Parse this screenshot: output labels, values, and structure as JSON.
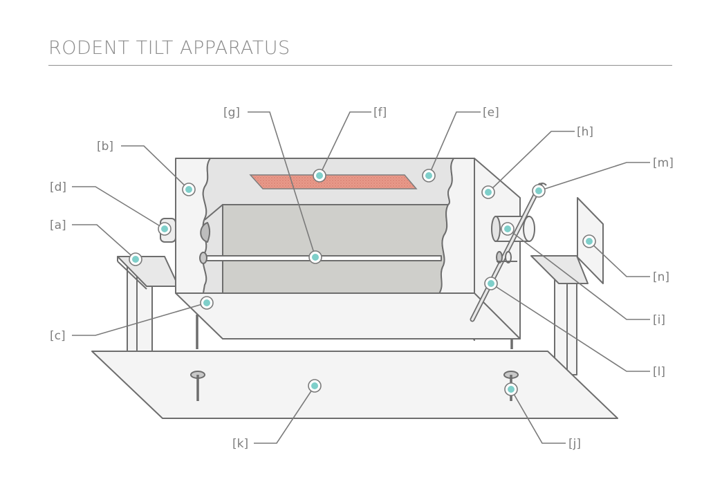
{
  "title": "RODENT TILT APPARATUS",
  "labels": {
    "a": "[a]",
    "b": "[b]",
    "c": "[c]",
    "d": "[d]",
    "e": "[e]",
    "f": "[f]",
    "g": "[g]",
    "h": "[h]",
    "i": "[i]",
    "j": "[j]",
    "k": "[k]",
    "l": "[l]",
    "m": "[m]",
    "n": "[n]"
  },
  "colors": {
    "outline": "#6d6d6d",
    "panel": "#f4f4f4",
    "panel_shade": "#e2e2e2",
    "cavity": "#cfcfcb",
    "pad": "#e89a8a",
    "marker": "#7fcfca"
  }
}
